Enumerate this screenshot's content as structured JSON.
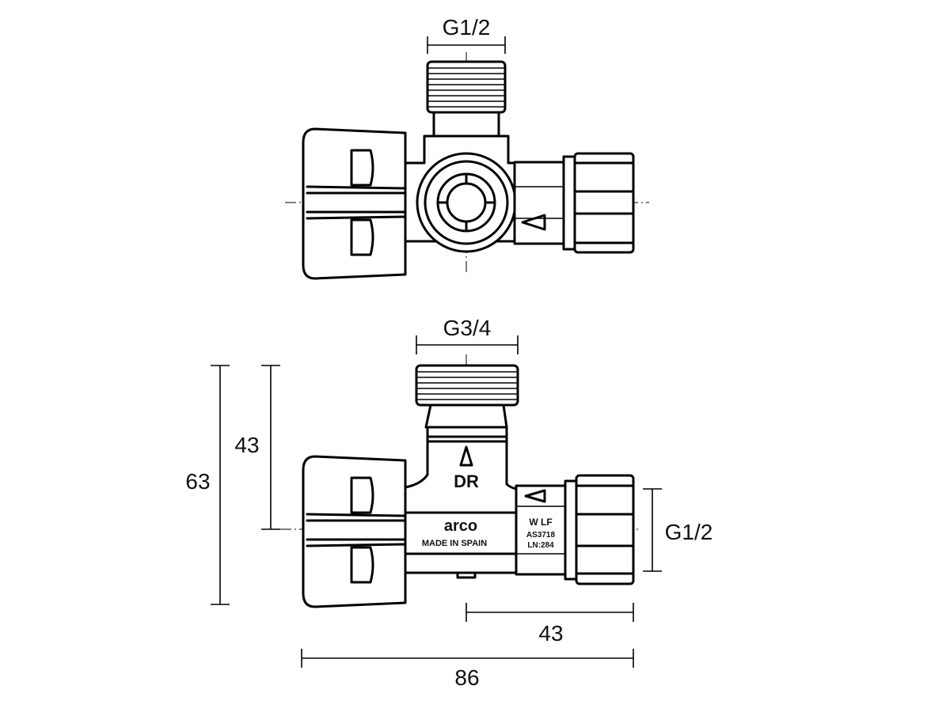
{
  "top_view": {
    "inlet_thread_label": "G1/2"
  },
  "front_view": {
    "inlet_thread_label": "G3/4",
    "outlet_thread_label": "G1/2",
    "height_total_label": "63",
    "height_axis_label": "43",
    "outlet_length_label": "43",
    "total_length_label": "86",
    "body_marking_brand": "arco",
    "body_marking_origin": "MADE IN SPAIN",
    "body_marking_direction": "DR",
    "nut_marking_1": "W LF",
    "nut_marking_2": "AS3718",
    "nut_marking_3": "LN:284"
  }
}
